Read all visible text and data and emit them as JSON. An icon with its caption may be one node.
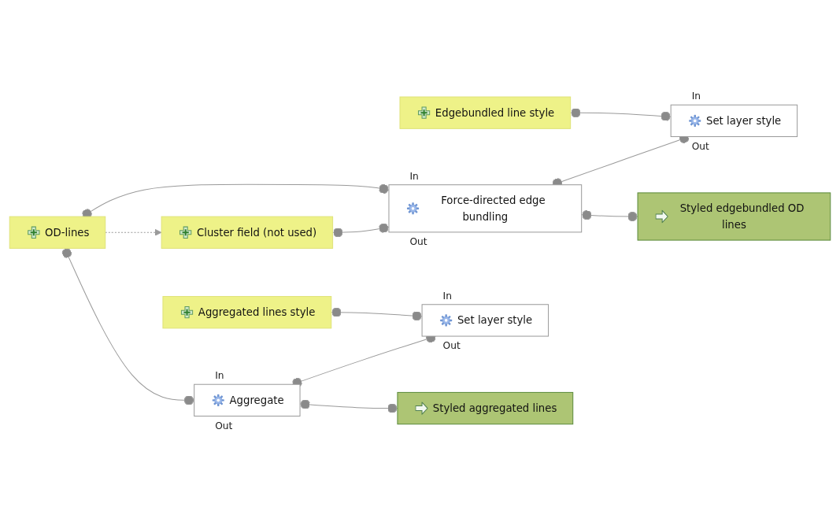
{
  "diagram": {
    "nodes": [
      {
        "text": [
          "Edgebundled line style"
        ]
      },
      {
        "text": [
          "OD-lines"
        ]
      },
      {
        "text": [
          "Cluster field (not used)"
        ]
      },
      {
        "text": [
          "Aggregated lines style"
        ]
      },
      {
        "text": [
          "Set layer style"
        ],
        "beside": [
          "In",
          "Out"
        ]
      },
      {
        "text": [
          "Force-directed edge bundling"
        ],
        "beside": [
          "In",
          "Out"
        ]
      },
      {
        "text": [
          "Styled edgebundled OD lines"
        ]
      },
      {
        "text": [
          "Aggregate"
        ],
        "beside": [
          "In",
          "Out"
        ]
      },
      {
        "text": [
          "Set layer style"
        ],
        "beside": [
          "In",
          "Out"
        ]
      },
      {
        "text": [
          "Styled aggregated lines"
        ]
      }
    ],
    "edges": [
      {
        "from": 1,
        "to": 5,
        "arrow": "other"
      },
      {
        "from": 2,
        "to": 5,
        "arrow": "other"
      },
      {
        "from": 1,
        "to": 2,
        "arrow": "to",
        "style": "dashed"
      },
      {
        "from": 1,
        "to": 7,
        "arrow": "other"
      },
      {
        "from": 0,
        "to": 4,
        "arrow": "other"
      },
      {
        "from": 5,
        "to": 4,
        "arrow": "other"
      },
      {
        "from": 5,
        "to": 6,
        "arrow": "other"
      },
      {
        "from": 3,
        "to": 8,
        "arrow": "other"
      },
      {
        "from": 7,
        "to": 8,
        "arrow": "other"
      },
      {
        "from": 7,
        "to": 9,
        "arrow": "other"
      }
    ]
  }
}
